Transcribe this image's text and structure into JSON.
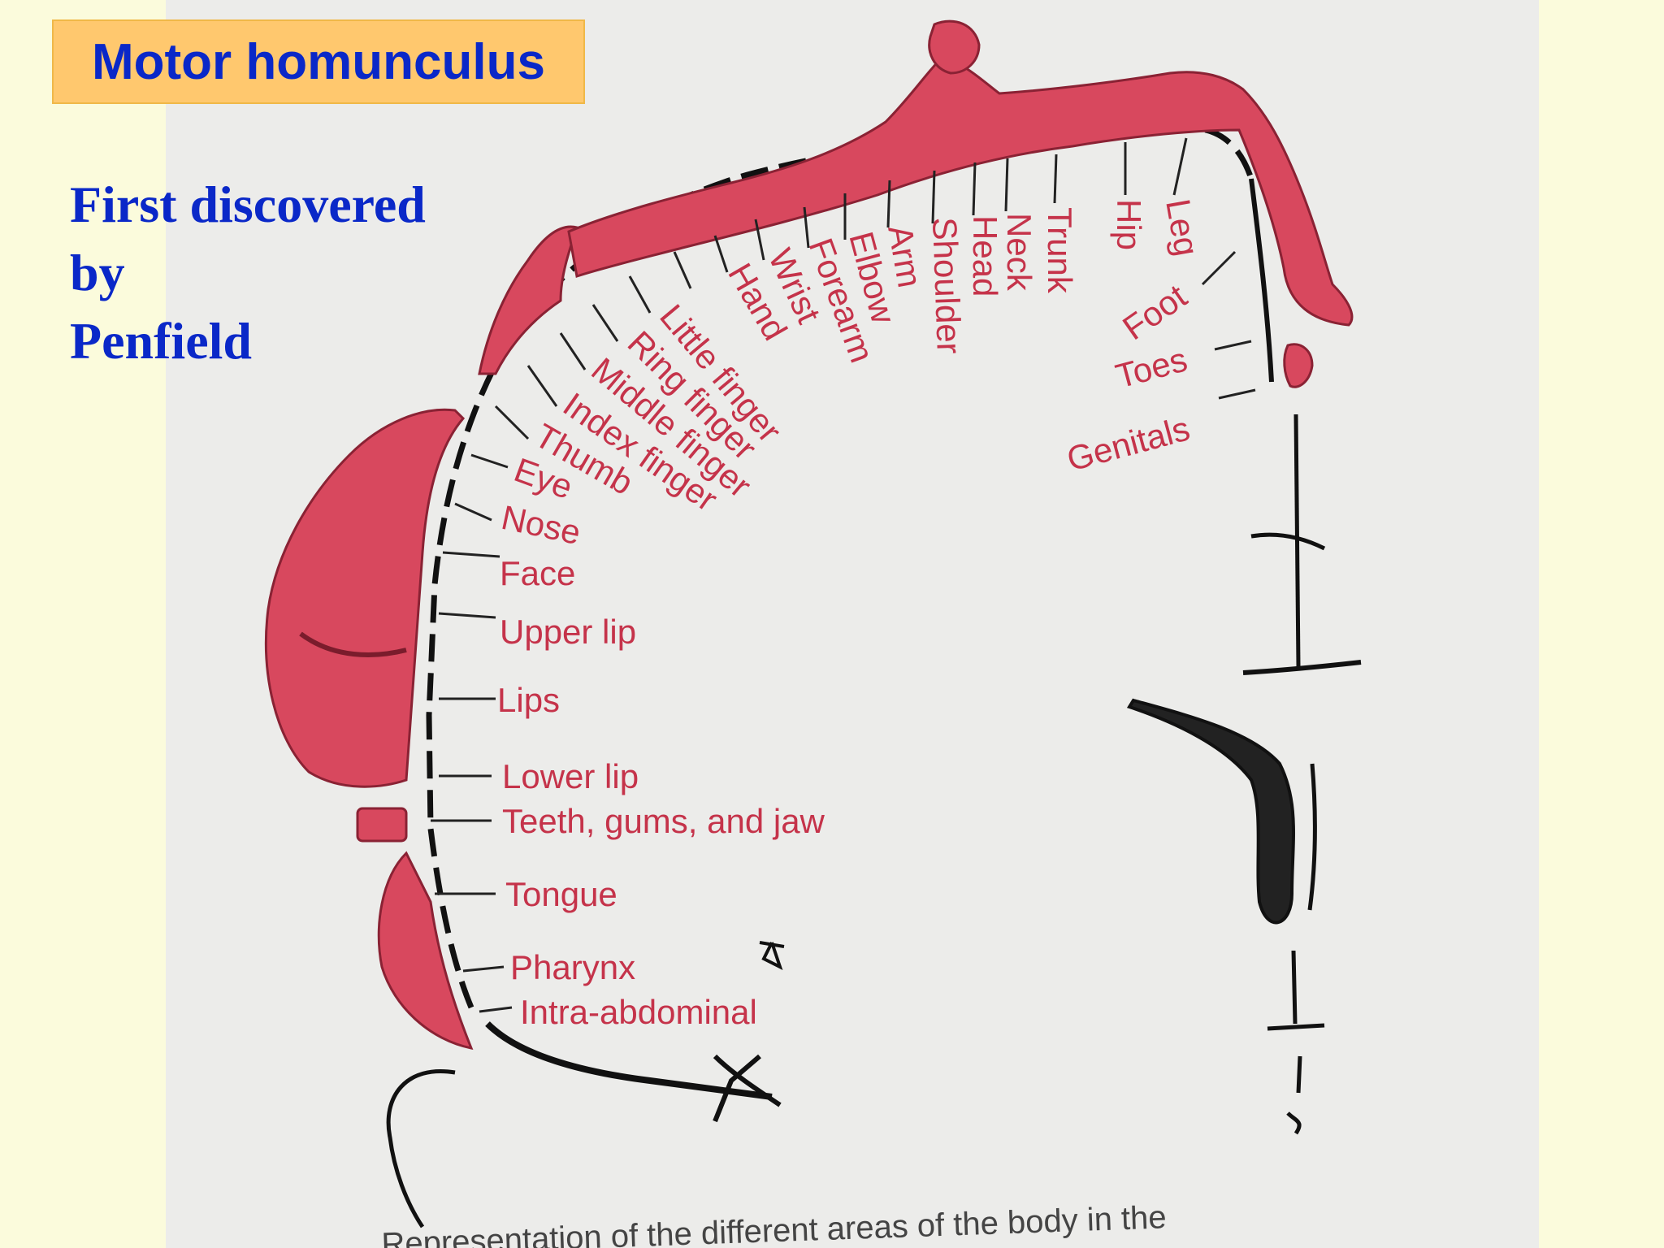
{
  "slide": {
    "title": "Motor homunculus",
    "subtitle_lines": [
      "First discovered",
      "by",
      "Penfield"
    ]
  },
  "diagram": {
    "labels": {
      "trunk": "Trunk",
      "neck": "Neck",
      "head": "Head",
      "shoulder": "Shoulder",
      "arm": "Arm",
      "elbow": "Elbow",
      "forearm": "Forearm",
      "wrist": "Wrist",
      "hand": "Hand",
      "little_finger": "Little finger",
      "ring_finger": "Ring finger",
      "middle_finger": "Middle finger",
      "index_finger": "Index finger",
      "thumb": "Thumb",
      "eye": "Eye",
      "nose": "Nose",
      "face": "Face",
      "upper_lip": "Upper lip",
      "lips": "Lips",
      "lower_lip": "Lower lip",
      "teeth": "Teeth, gums, and jaw",
      "tongue": "Tongue",
      "pharynx": "Pharynx",
      "intra_abdominal": "Intra-abdominal",
      "hip": "Hip",
      "leg": "Leg",
      "foot": "Foot",
      "toes": "Toes",
      "genitals": "Genitals"
    },
    "caption_fragment": "Representation of the different areas of the body in the",
    "colors": {
      "figure": "#d8485e",
      "label": "#c5334a",
      "ink": "#111111"
    }
  }
}
